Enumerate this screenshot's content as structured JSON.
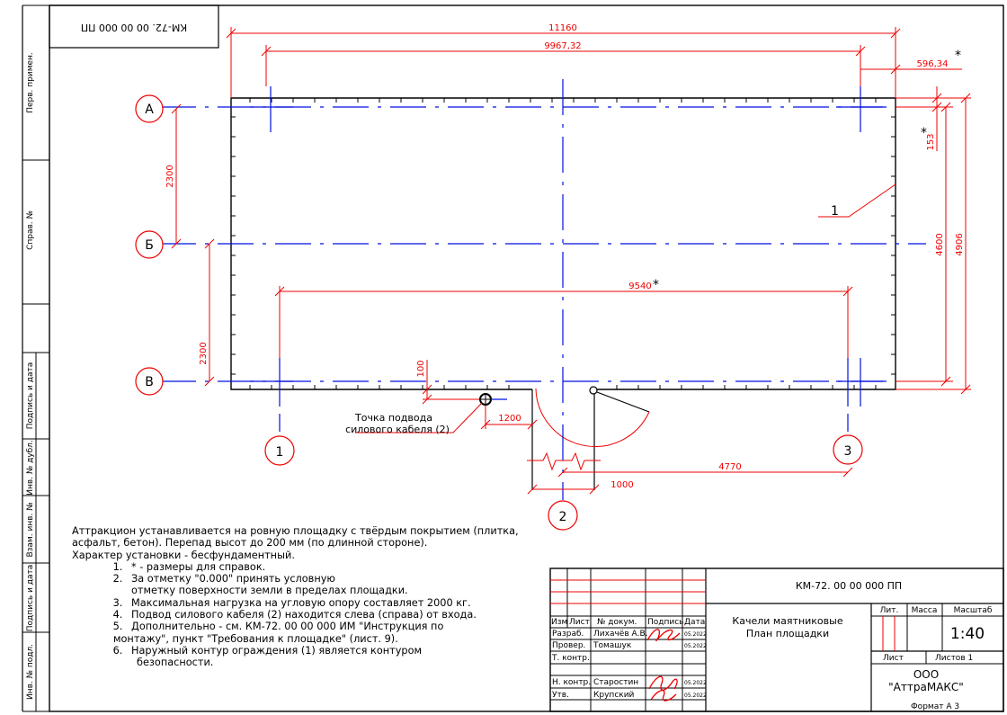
{
  "doc_code": "КМ-72. 00 00 000  ПП",
  "doc_code_rotated": "КМ-72. 00 00 000  ПП",
  "left_strip": {
    "perv_primen": "Перв. примен.",
    "sprav_no": "Справ. №",
    "podpis_data_1": "Подпись и дата",
    "inv_dubl": "Инв. № дубл.",
    "vzam_inv": "Взам. инв. №",
    "podpis_data_2": "Подпись и дата",
    "inv_podl": "Инв. № подл."
  },
  "axes": {
    "row_a": "А",
    "row_b": "Б",
    "row_v": "В",
    "col_1": "1",
    "col_2": "2",
    "col_3": "3"
  },
  "dimensions": {
    "d11160": "11160",
    "d9967": "9967,32",
    "d596": "596,34",
    "d153": "153",
    "d2300a": "2300",
    "d2300b": "2300",
    "d4600": "4600",
    "d4906": "4906",
    "d9540": "9540",
    "d100": "100",
    "d1200": "1200",
    "d1000": "1000",
    "d4770": "4770",
    "star": "*"
  },
  "callouts": {
    "fence": "1",
    "cable_line1": "Точка подвода",
    "cable_line2": "силового кабеля (2)"
  },
  "notes": {
    "intro1": "Аттракцион устанавливается на ровную площадку с твёрдым покрытием (плитка,",
    "intro2": "асфальт, бетон).  Перепад высот до 200 мм (по длинной стороне).",
    "intro3": "Характер установки - бесфундаментный.",
    "n1": "* - размеры для справок.",
    "n2a": "За отметку \"0.000\" принять условную",
    "n2b": "отметку поверхности земли в пределах площадки.",
    "n3": "Максимальная нагрузка на угловую опору составляет 2000 кг.",
    "n4": "Подвод силового кабеля (2) находится слева (справа) от входа.",
    "n5a": "Дополнительно - см.  КМ-72. 00 00 000 ИМ \"Инструкция по",
    "n5b": "монтажу\", пункт \"Требования к площадке\" (лист. 9).",
    "n6a": "Наружный контур ограждения (1) является контуром",
    "n6b": "безопасности."
  },
  "title_block": {
    "code": "КМ-72. 00 00 000  ПП",
    "name_line1": "Качели маятниковые",
    "name_line2": "План площадки",
    "col_izm": "Изм",
    "col_list": "Лист",
    "col_doc": "№ докум.",
    "col_sign": "Подпись",
    "col_date": "Дата",
    "role_razrab": "Разраб.",
    "name_razrab": "Лихачёв А.В.",
    "role_prover": "Провер.",
    "name_prover": "Томашук",
    "role_tkontr": "Т. контр.",
    "role_nkontr": "Н. контр.",
    "name_nkontr": "Старостин",
    "role_utv": "Утв.",
    "name_utv": "Крупский",
    "date": "05.2022",
    "lit": "Лит.",
    "massa": "Масса",
    "masshtab": "Масштаб",
    "scale": "1:40",
    "list": "Лист",
    "listov": "Листов  1",
    "org_line1": "ООО",
    "org_line2": "\"АттраМАКС\"",
    "format": "Формат  А 3"
  },
  "colors": {
    "dimension": "#e00000",
    "axis": "#0000dd",
    "outline": "#000000"
  }
}
